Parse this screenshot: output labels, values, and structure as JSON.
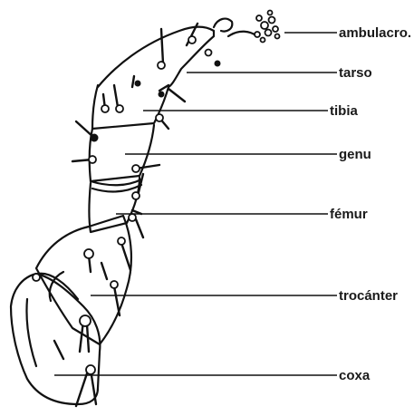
{
  "diagram": {
    "labels": [
      {
        "id": "ambulacro",
        "text": "ambulacro."
      },
      {
        "id": "tarso",
        "text": "tarso"
      },
      {
        "id": "tibia",
        "text": "tibia"
      },
      {
        "id": "genu",
        "text": "genu"
      },
      {
        "id": "femur",
        "text": "fémur"
      },
      {
        "id": "trocanter",
        "text": "trocánter"
      },
      {
        "id": "coxa",
        "text": "coxa"
      }
    ]
  }
}
